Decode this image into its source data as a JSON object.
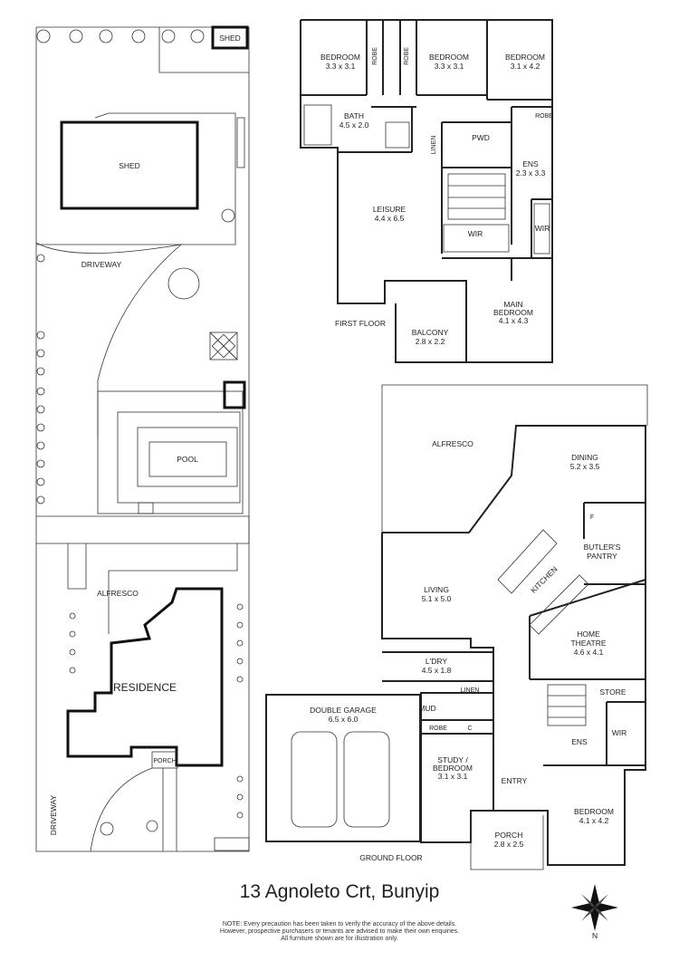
{
  "address": "13 Agnoleto Crt, Bunyip",
  "site": {
    "shed_small": "SHED",
    "shed_large": "SHED",
    "driveway_top": "DRIVEWAY",
    "pool": "POOL",
    "alfresco": "ALFRESCO",
    "residence": "RESIDENCE",
    "porch": "PORCH",
    "driveway_bottom": "DRIVEWAY"
  },
  "first_floor": {
    "level_label": "FIRST FLOOR",
    "bedroom1": {
      "name": "BEDROOM",
      "size": "3.3 x 3.1"
    },
    "bedroom2": {
      "name": "BEDROOM",
      "size": "3.3 x 3.1"
    },
    "bedroom3": {
      "name": "BEDROOM",
      "size": "3.1 x 4.2"
    },
    "robe1": "ROBE",
    "robe2": "ROBE",
    "robe3": "ROBE",
    "bath": {
      "name": "BATH",
      "size": "4.5 x 2.0"
    },
    "linen": "LINEN",
    "pwd": "PWD",
    "ens": {
      "name": "ENS",
      "size": "2.3 x 3.3"
    },
    "leisure": {
      "name": "LEISURE",
      "size": "4.4 x 6.5"
    },
    "wir1": "WIR",
    "wir2": "WIR",
    "main_bedroom": {
      "name": "MAIN",
      "name2": "BEDROOM",
      "size": "4.1 x 4.3"
    },
    "balcony": {
      "name": "BALCONY",
      "size": "2.8 x 2.2"
    }
  },
  "ground_floor": {
    "level_label": "GROUND FLOOR",
    "alfresco": "ALFRESCO",
    "dining": {
      "name": "DINING",
      "size": "5.2 x 3.5"
    },
    "fridge": "F",
    "butlers": {
      "name": "BUTLER'S",
      "name2": "PANTRY"
    },
    "kitchen": "KITCHEN",
    "living": {
      "name": "LIVING",
      "size": "5.1 x 5.0"
    },
    "home_theatre": {
      "name": "HOME",
      "name2": "THEATRE",
      "size": "4.6 x 4.1"
    },
    "laundry": {
      "name": "L'DRY",
      "size": "4.5 x 1.8"
    },
    "linen": "LINEN",
    "store": "STORE",
    "double_garage": {
      "name": "DOUBLE GARAGE",
      "size": "6.5 x 6.0"
    },
    "mud": "MUD",
    "robe": "ROBE",
    "cupboard": "C",
    "wir": "WIR",
    "ens": "ENS",
    "study": {
      "name": "STUDY /",
      "name2": "BEDROOM",
      "size": "3.1 x 3.1"
    },
    "entry": "ENTRY",
    "bedroom": {
      "name": "BEDROOM",
      "size": "4.1 x 4.2"
    },
    "porch": {
      "name": "PORCH",
      "size": "2.8 x 2.5"
    }
  },
  "compass": "N",
  "note_lines": [
    "NOTE: Every precaution has been taken to verify the accuracy of the above details.",
    "However, prospective purchasers or tenants are advised to make their own enquiries.",
    "All furniture shown are for illustration only."
  ]
}
